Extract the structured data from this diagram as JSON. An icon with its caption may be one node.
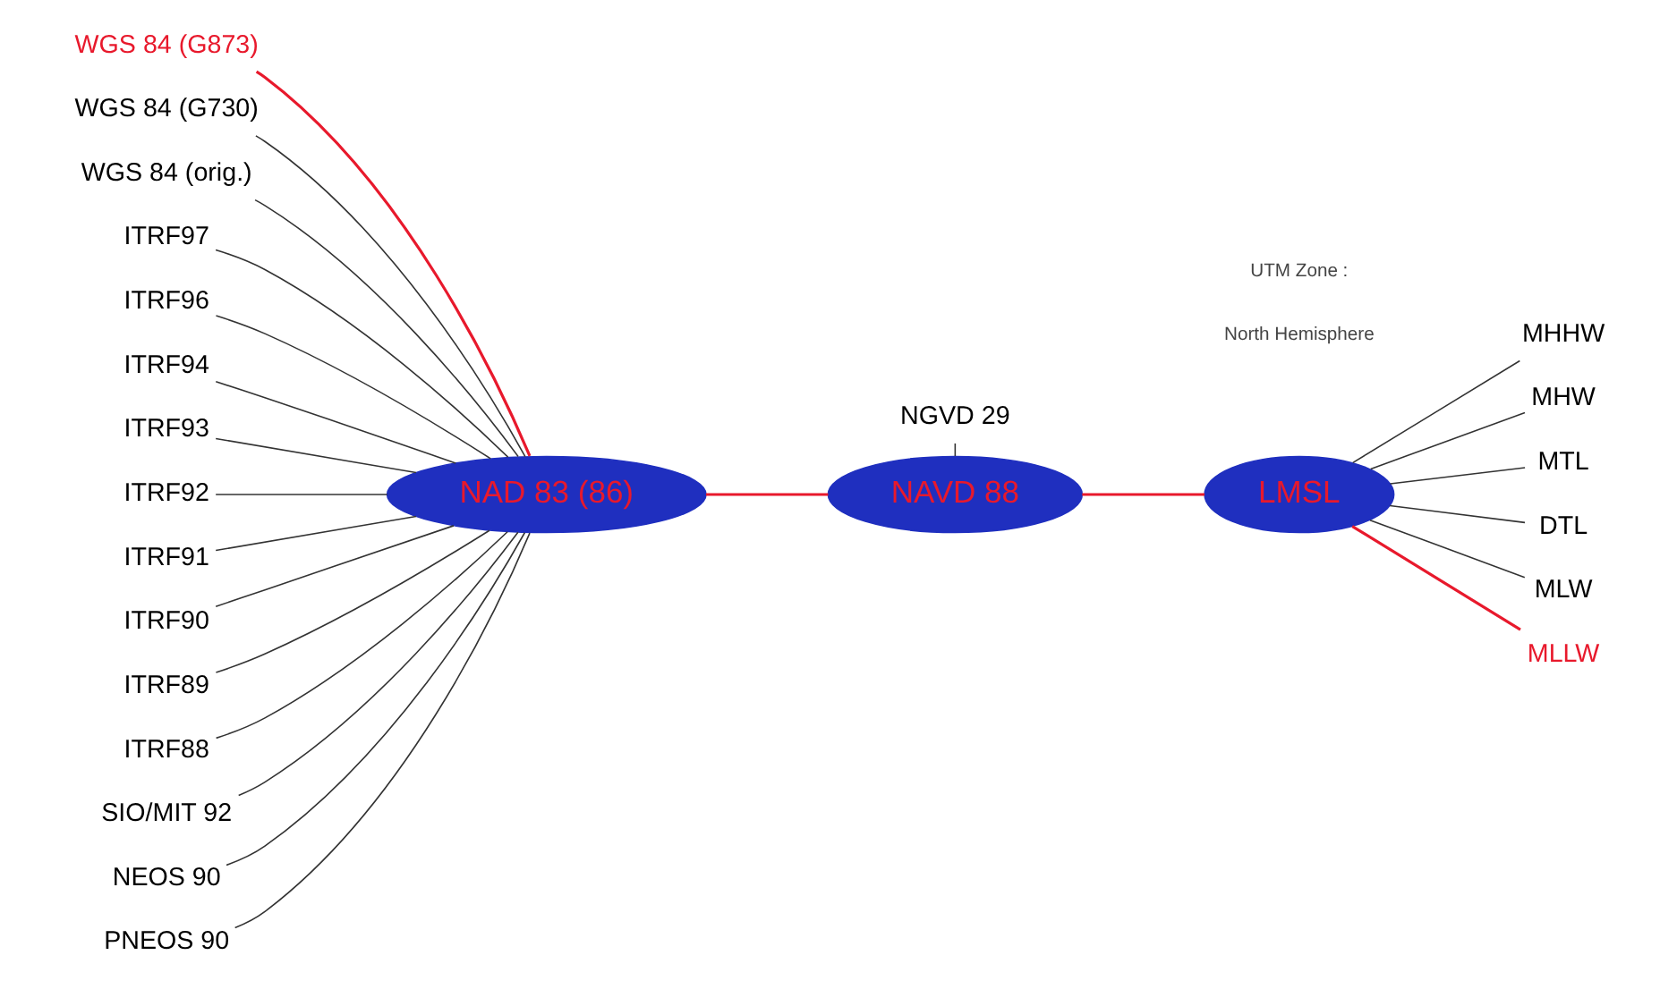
{
  "diagram": {
    "nodes": [
      {
        "text": [
          "NAD 83 (86)"
        ]
      },
      {
        "text": [
          "NAVD 88"
        ]
      },
      {
        "text": [
          "LMSL"
        ]
      },
      {
        "text": [
          "WGS 84 (G873)"
        ]
      },
      {
        "text": [
          "WGS 84 (G730)"
        ]
      },
      {
        "text": [
          "WGS 84 (orig.)"
        ]
      },
      {
        "text": [
          "ITRF97"
        ]
      },
      {
        "text": [
          "ITRF96"
        ]
      },
      {
        "text": [
          "ITRF94"
        ]
      },
      {
        "text": [
          "ITRF93"
        ]
      },
      {
        "text": [
          "ITRF92"
        ]
      },
      {
        "text": [
          "ITRF91"
        ]
      },
      {
        "text": [
          "ITRF90"
        ]
      },
      {
        "text": [
          "ITRF89"
        ]
      },
      {
        "text": [
          "ITRF88"
        ]
      },
      {
        "text": [
          "SIO/MIT 92"
        ]
      },
      {
        "text": [
          "NEOS 90"
        ]
      },
      {
        "text": [
          "PNEOS 90"
        ]
      },
      {
        "text": [
          "NGVD 29"
        ]
      },
      {
        "text": [
          "MHHW"
        ]
      },
      {
        "text": [
          "MHW"
        ]
      },
      {
        "text": [
          "MTL"
        ]
      },
      {
        "text": [
          "DTL"
        ]
      },
      {
        "text": [
          "MLW"
        ]
      },
      {
        "text": [
          "MLLW"
        ]
      }
    ],
    "edges": [
      {
        "from": 3,
        "to": 0,
        "arrow": "none",
        "color": "#e8192c"
      },
      {
        "from": 4,
        "to": 0,
        "arrow": "none"
      },
      {
        "from": 5,
        "to": 0,
        "arrow": "none"
      },
      {
        "from": 6,
        "to": 0,
        "arrow": "none"
      },
      {
        "from": 7,
        "to": 0,
        "arrow": "none"
      },
      {
        "from": 8,
        "to": 0,
        "arrow": "none"
      },
      {
        "from": 9,
        "to": 0,
        "arrow": "none"
      },
      {
        "from": 10,
        "to": 0,
        "arrow": "none"
      },
      {
        "from": 11,
        "to": 0,
        "arrow": "none"
      },
      {
        "from": 12,
        "to": 0,
        "arrow": "none"
      },
      {
        "from": 13,
        "to": 0,
        "arrow": "none"
      },
      {
        "from": 14,
        "to": 0,
        "arrow": "none"
      },
      {
        "from": 15,
        "to": 0,
        "arrow": "none"
      },
      {
        "from": 16,
        "to": 0,
        "arrow": "none"
      },
      {
        "from": 17,
        "to": 0,
        "arrow": "none"
      },
      {
        "from": 0,
        "to": 1,
        "arrow": "none",
        "color": "#e8192c"
      },
      {
        "from": 18,
        "to": 1,
        "arrow": "none"
      },
      {
        "from": 1,
        "to": 2,
        "arrow": "none",
        "color": "#e8192c"
      },
      {
        "from": 2,
        "to": 19,
        "arrow": "none"
      },
      {
        "from": 2,
        "to": 20,
        "arrow": "none"
      },
      {
        "from": 2,
        "to": 21,
        "arrow": "none"
      },
      {
        "from": 2,
        "to": 22,
        "arrow": "none"
      },
      {
        "from": 2,
        "to": 23,
        "arrow": "none"
      },
      {
        "from": 2,
        "to": 24,
        "arrow": "none",
        "color": "#e8192c"
      }
    ],
    "labels": [
      "UTM Zone :",
      "North Hemisphere"
    ]
  }
}
